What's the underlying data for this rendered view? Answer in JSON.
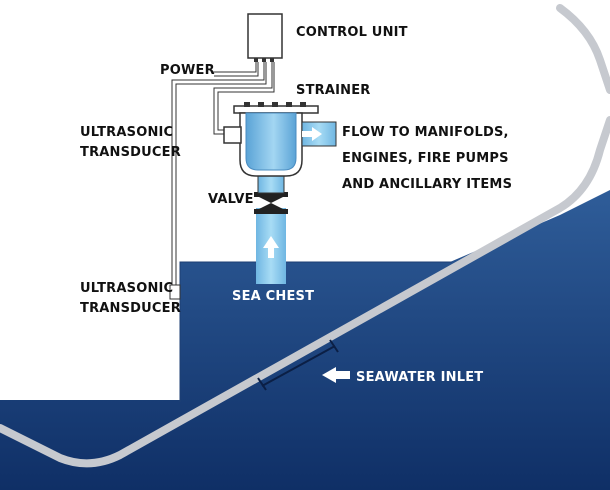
{
  "labels": {
    "control_unit": "CONTROL UNIT",
    "power": "POWER",
    "strainer": "STRAINER",
    "ultrasonic_1_line1": "ULTRASONIC",
    "ultrasonic_1_line2": "TRANSDUCER",
    "flow_line1": "FLOW TO MANIFOLDS,",
    "flow_line2": "ENGINES, FIRE PUMPS",
    "flow_line3": "AND ANCILLARY ITEMS",
    "valve": "VALVE",
    "ultrasonic_2_line1": "ULTRASONIC",
    "ultrasonic_2_line2": "TRANSDUCER",
    "sea_chest": "SEA CHEST",
    "seawater_inlet": "SEAWATER INLET"
  },
  "colors": {
    "sea_top": "#2f5d99",
    "sea_bottom": "#0f2f66",
    "hull_outline": "#c6c9cf",
    "pipe": "#82c7ec",
    "strainer_body": "#7bbde6",
    "control_unit_fill": "#ffffff",
    "text_dark": "#111111",
    "text_light": "#ffffff"
  }
}
